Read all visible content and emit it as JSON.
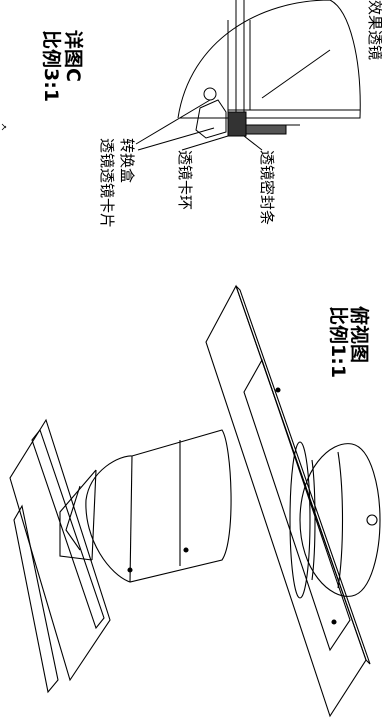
{
  "labels": {
    "detail_c_title": "详图C",
    "detail_c_scale": "比例3:1",
    "top_view_title": "俯视图",
    "top_view_scale": "比例1:1",
    "effect_lens": "效果透镜",
    "adapter_box": "转换盒",
    "lens_clip_small": "透镜透镜卡片",
    "lens_ring": "透镜卡环",
    "lens_seal": "透镜密封条"
  }
}
